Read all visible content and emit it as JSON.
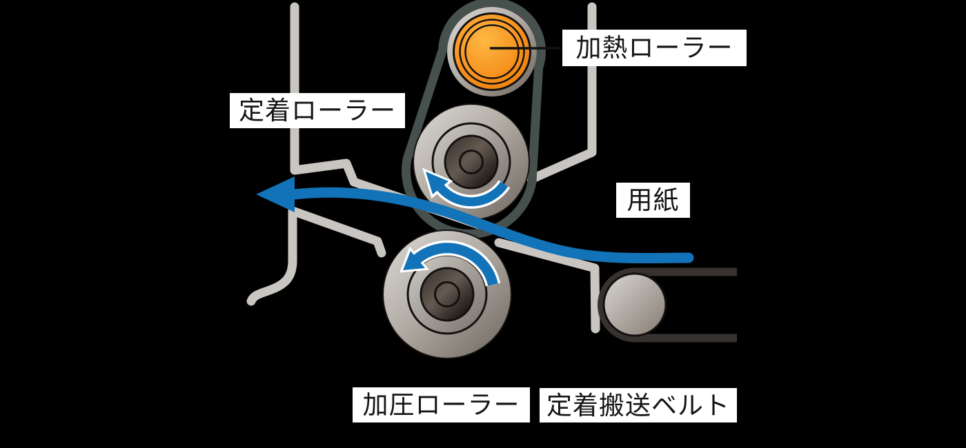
{
  "diagram": {
    "name": "fuser-unit-diagram",
    "labels": {
      "heating_roller": "加熱ローラー",
      "fusing_roller": "定着ローラー",
      "paper": "用紙",
      "pressure_roller": "加圧ローラー",
      "fusing_transport_belt": "定着搬送ベルト"
    },
    "colors": {
      "background": "#000000",
      "accent_blue": "#1273b8",
      "arrow_outline_white": "#ffffff",
      "guide_gray": "#c9c6c2",
      "fuser_belt_teal": "#46504d",
      "transport_belt_dark": "#37322f",
      "heater_orange": "#f79421",
      "outline_black": "#131110",
      "label_bg": "#ffffff",
      "label_text": "#151515"
    }
  }
}
